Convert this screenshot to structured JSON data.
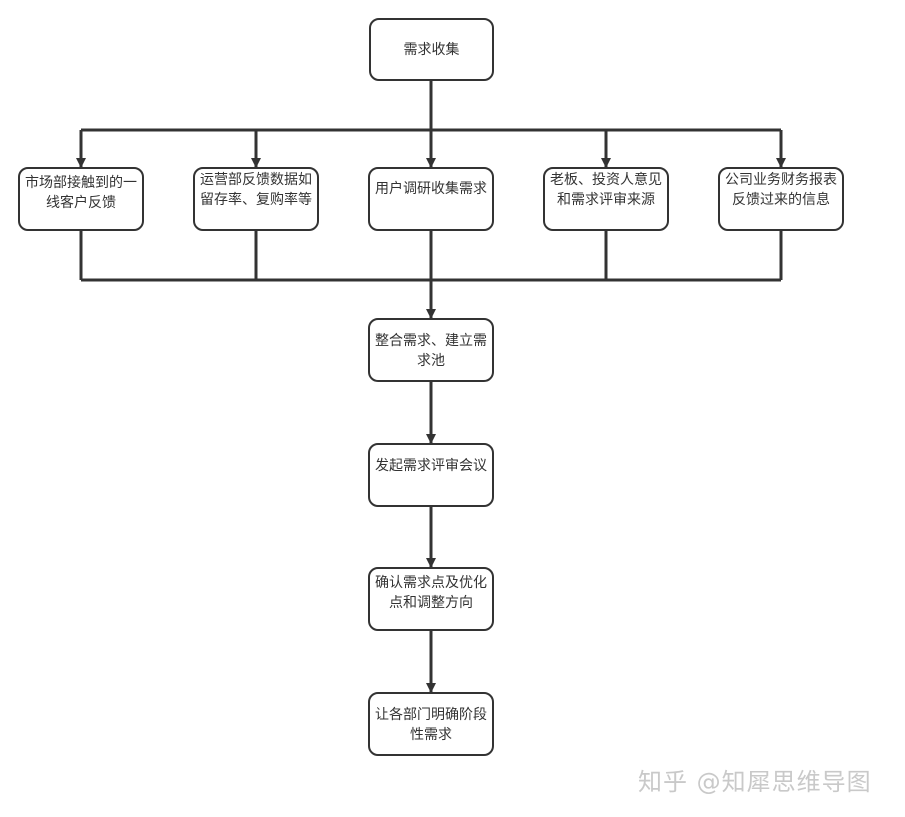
{
  "diagram": {
    "colors": {
      "line": "#333333",
      "box_border": "#333333",
      "text": "#333333",
      "watermark": "#c9c9c9"
    },
    "nodes": {
      "collect": "需求收集",
      "market": "市场部接触到的一线客户反馈",
      "operations": "运营部反馈数据如留存率、复购率等",
      "research": "用户调研收集需求",
      "boss": "老板、投资人意见和需求评审来源",
      "finance": "公司业务财务报表反馈过来的信息",
      "pool": "整合需求、建立需求池",
      "review": "发起需求评审会议",
      "confirm": "确认需求点及优化点和调整方向",
      "inform": "让各部门明确阶段性需求"
    }
  },
  "watermark": "知乎 @知犀思维导图"
}
